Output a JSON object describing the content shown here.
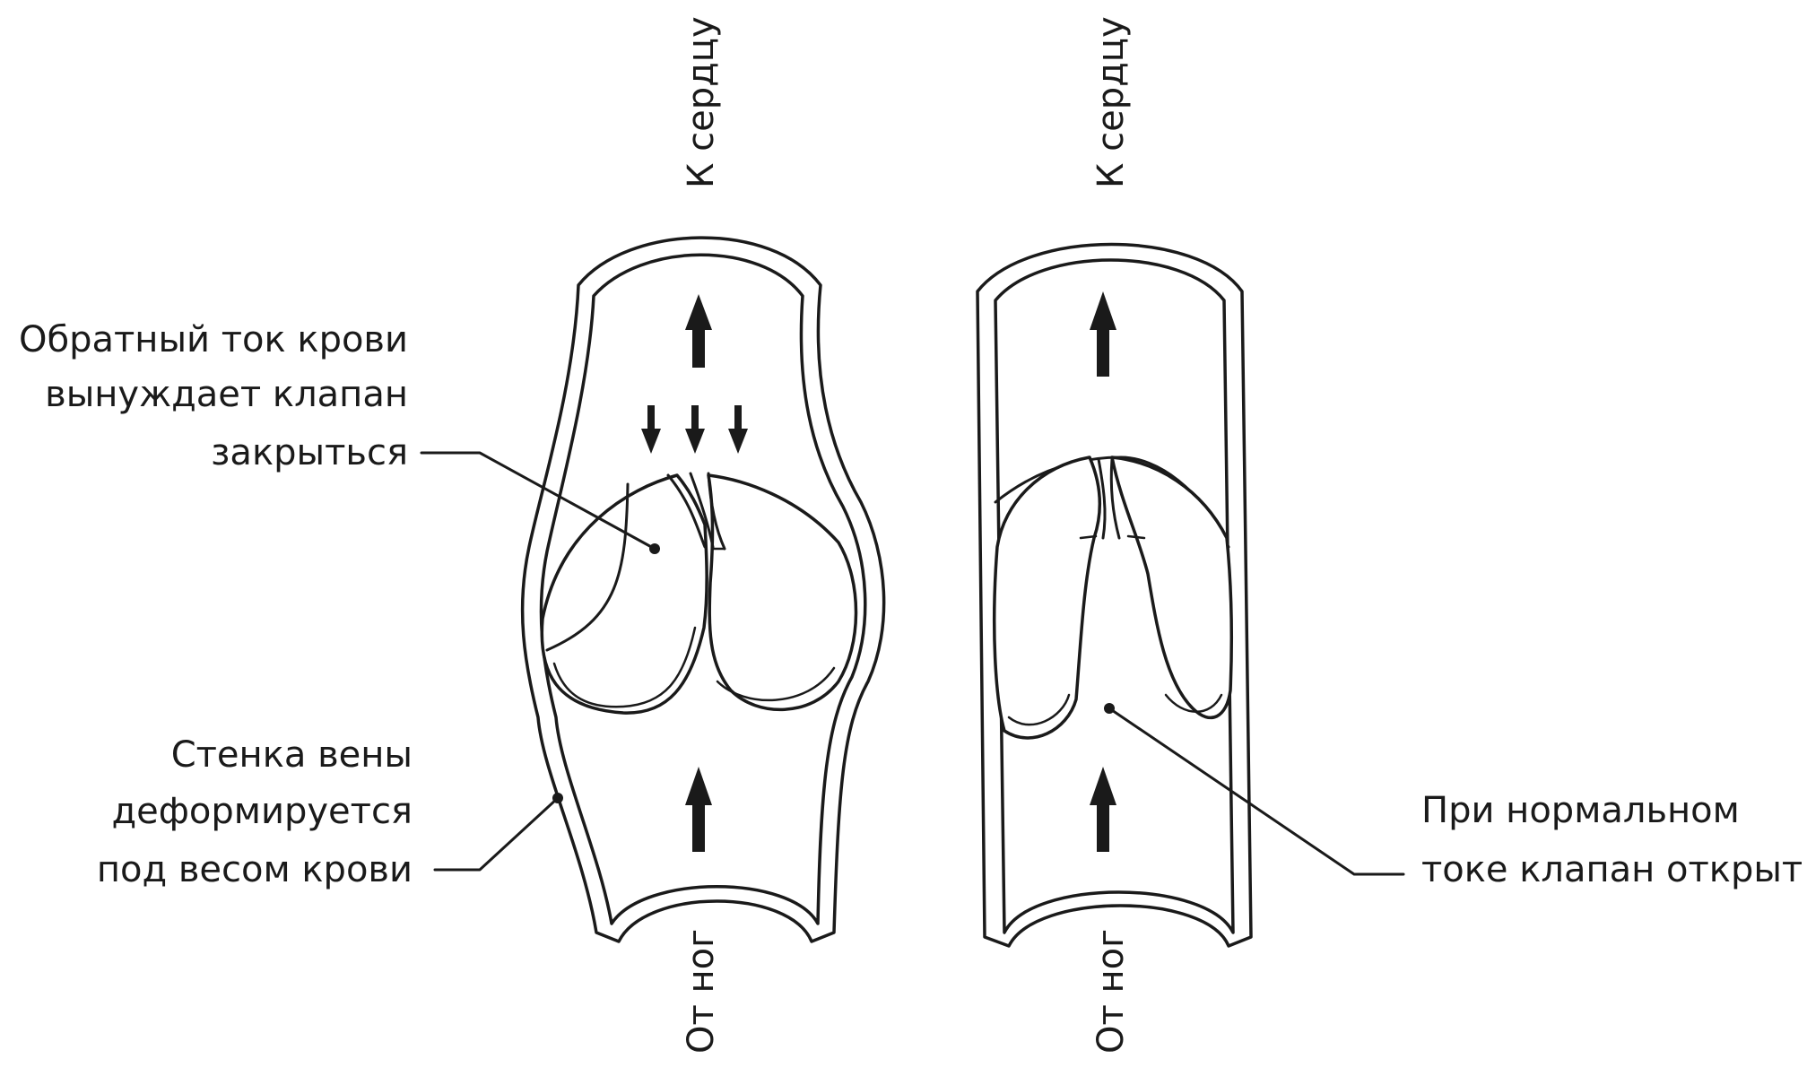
{
  "flow_labels": {
    "to_heart": "К сердцу",
    "from_legs": "От ног"
  },
  "callouts": {
    "backflow": [
      "Обратный ток крови",
      "вынуждает клапан",
      "закрыться"
    ],
    "wall": [
      "Стенка вены",
      "деформируется",
      "под весом крови"
    ],
    "normal": [
      "При нормальном",
      "токе клапан открыт"
    ]
  },
  "colors": {
    "ink": "#1a1a1a",
    "background": "#ffffff"
  }
}
